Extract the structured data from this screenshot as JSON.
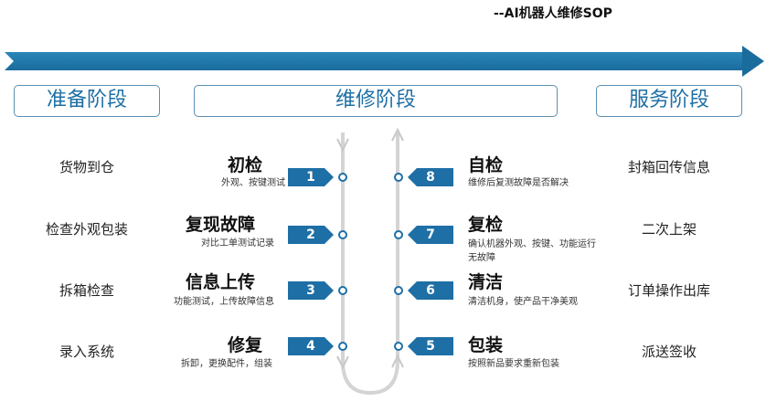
{
  "header": {
    "subtitle": "--AI机器人维修SOP"
  },
  "phases": {
    "prepare": "准备阶段",
    "repair": "维修阶段",
    "service": "服务阶段"
  },
  "prepare_items": [
    "货物到仓",
    "检查外观包装",
    "拆箱检查",
    "录入系统"
  ],
  "service_items": [
    "封箱回传信息",
    "二次上架",
    "订单操作出库",
    "派送签收"
  ],
  "left_steps": [
    {
      "num": "1",
      "title": "初检",
      "desc": "外观、按键测试"
    },
    {
      "num": "2",
      "title": "复现故障",
      "desc": "对比工单测试记录"
    },
    {
      "num": "3",
      "title": "信息上传",
      "desc": "功能测试，上传故障信息"
    },
    {
      "num": "4",
      "title": "修复",
      "desc": "拆卸，更换配件，组装"
    }
  ],
  "right_steps": [
    {
      "num": "8",
      "title": "自检",
      "desc": "维修后复测故障是否解决"
    },
    {
      "num": "7",
      "title": "复检",
      "desc": "确认机器外观、按键、功能运行无故障"
    },
    {
      "num": "6",
      "title": "清洁",
      "desc": "清洁机身，使产品干净美观"
    },
    {
      "num": "5",
      "title": "包装",
      "desc": "按照新品要求重新包装"
    }
  ],
  "colors": {
    "accent": "#1e6fa5",
    "track": "#cfcfcf"
  }
}
